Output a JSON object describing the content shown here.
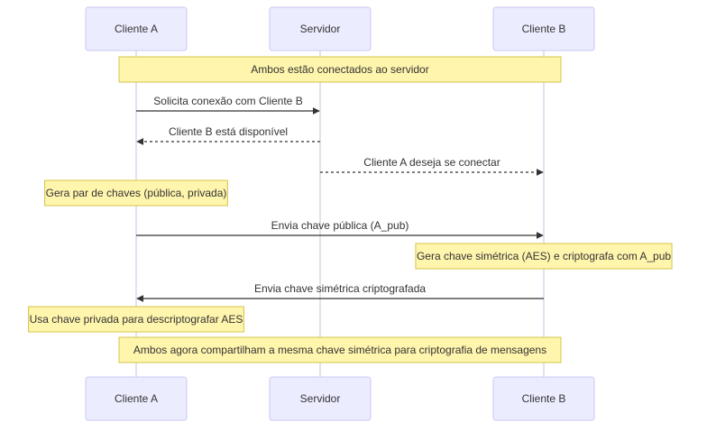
{
  "participants": [
    {
      "id": "A",
      "label": "Cliente A"
    },
    {
      "id": "S",
      "label": "Servidor"
    },
    {
      "id": "B",
      "label": "Cliente B"
    }
  ],
  "steps": [
    {
      "kind": "note",
      "from": "A",
      "to": "B",
      "text": "Ambos estão conectados ao servidor"
    },
    {
      "kind": "message",
      "from": "A",
      "to": "S",
      "style": "solid",
      "text": "Solicita conexão com Cliente B"
    },
    {
      "kind": "message",
      "from": "S",
      "to": "A",
      "style": "dashed",
      "text": "Cliente B está disponível"
    },
    {
      "kind": "message",
      "from": "S",
      "to": "B",
      "style": "dashed",
      "text": "Cliente A deseja se conectar"
    },
    {
      "kind": "note",
      "over": "A",
      "text": "Gera par de chaves (pública, privada)"
    },
    {
      "kind": "message",
      "from": "A",
      "to": "B",
      "style": "solid",
      "text": "Envia chave pública (A_pub)"
    },
    {
      "kind": "note",
      "over": "B",
      "text": "Gera chave simétrica (AES) e criptografa com A_pub"
    },
    {
      "kind": "message",
      "from": "B",
      "to": "A",
      "style": "solid",
      "text": "Envia chave simétrica criptografada"
    },
    {
      "kind": "note",
      "over": "A",
      "text": "Usa chave privada para descriptografar AES"
    },
    {
      "kind": "note",
      "from": "A",
      "to": "B",
      "text": "Ambos agora compartilham a mesma chave simétrica para criptografia de mensagens"
    }
  ],
  "colors": {
    "actor_fill": "#ECECFF",
    "note_fill": "#FFF5AD",
    "line": "#333333"
  }
}
